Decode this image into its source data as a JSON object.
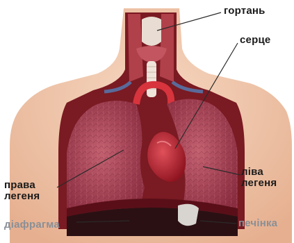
{
  "labels": {
    "larynx": "гортань",
    "heart": "серце",
    "right_lung_line1": "права",
    "right_lung_line2": "легеня",
    "left_lung_line1": "ліва",
    "left_lung_line2": "легеня",
    "diaphragm": "діафрагма",
    "liver": "печінка"
  },
  "colors": {
    "skin": "#f1c9ae",
    "lung": "#a8445a",
    "heart": "#b81f2e",
    "cavity": "#7a1a22",
    "liver": "#2a1013",
    "label_text": "#1a1a1a",
    "label_grey": "#8a8f96"
  }
}
